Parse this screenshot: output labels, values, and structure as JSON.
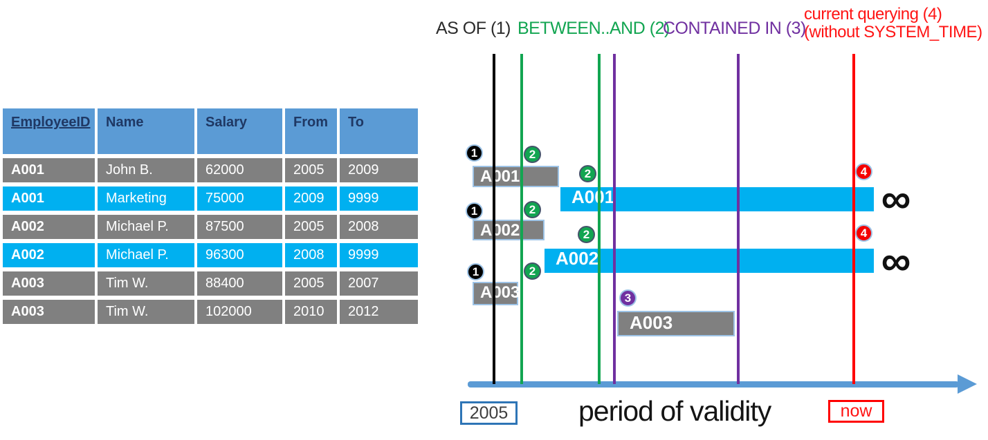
{
  "table": {
    "headers": [
      "EmployeeID",
      "Name",
      "Salary",
      "From",
      "To"
    ],
    "rows": [
      [
        "A001",
        "John B.",
        "62000",
        "2005",
        "2009"
      ],
      [
        "A001",
        "Marketing",
        "75000",
        "2009",
        "9999"
      ],
      [
        "A002",
        "Michael P.",
        "87500",
        "2005",
        "2008"
      ],
      [
        "A002",
        "Michael P.",
        "96300",
        "2008",
        "9999"
      ],
      [
        "A003",
        "Tim W.",
        "88400",
        "2005",
        "2007"
      ],
      [
        "A003",
        "Tim W.",
        "102000",
        "2010",
        "2012"
      ]
    ]
  },
  "diagram": {
    "query_labels": {
      "as_of": "AS OF (1)",
      "between_and": "BETWEEN..AND (2)",
      "contained_in": "CONTAINED IN (3)",
      "current_querying_line1": "current querying (4)",
      "current_querying_line2": "(without SYSTEM_TIME)"
    },
    "bars": [
      {
        "label": "A001"
      },
      {
        "label": "A001"
      },
      {
        "label": "A002"
      },
      {
        "label": "A002"
      },
      {
        "label": "A003"
      },
      {
        "label": "A003"
      }
    ],
    "badges": [
      "1",
      "2",
      "2",
      "1",
      "2",
      "2",
      "1",
      "2",
      "3",
      "4",
      "4"
    ],
    "infinity_symbol": "∞",
    "axis": {
      "start_label": "2005",
      "title": "period of validity",
      "end_label": "now"
    }
  },
  "colors": {
    "header_blue": "#5B9BD5",
    "header_text": "#1F3864",
    "row_gray": "#808080",
    "row_cyan": "#00B0F0",
    "bar_border": "#9DC3E6",
    "line_black": "#000000",
    "line_green": "#12A551",
    "line_purple": "#7030A0",
    "line_red": "#FF0000",
    "axis_blue": "#5B9BD5",
    "start_box_border": "#2E75B6"
  }
}
